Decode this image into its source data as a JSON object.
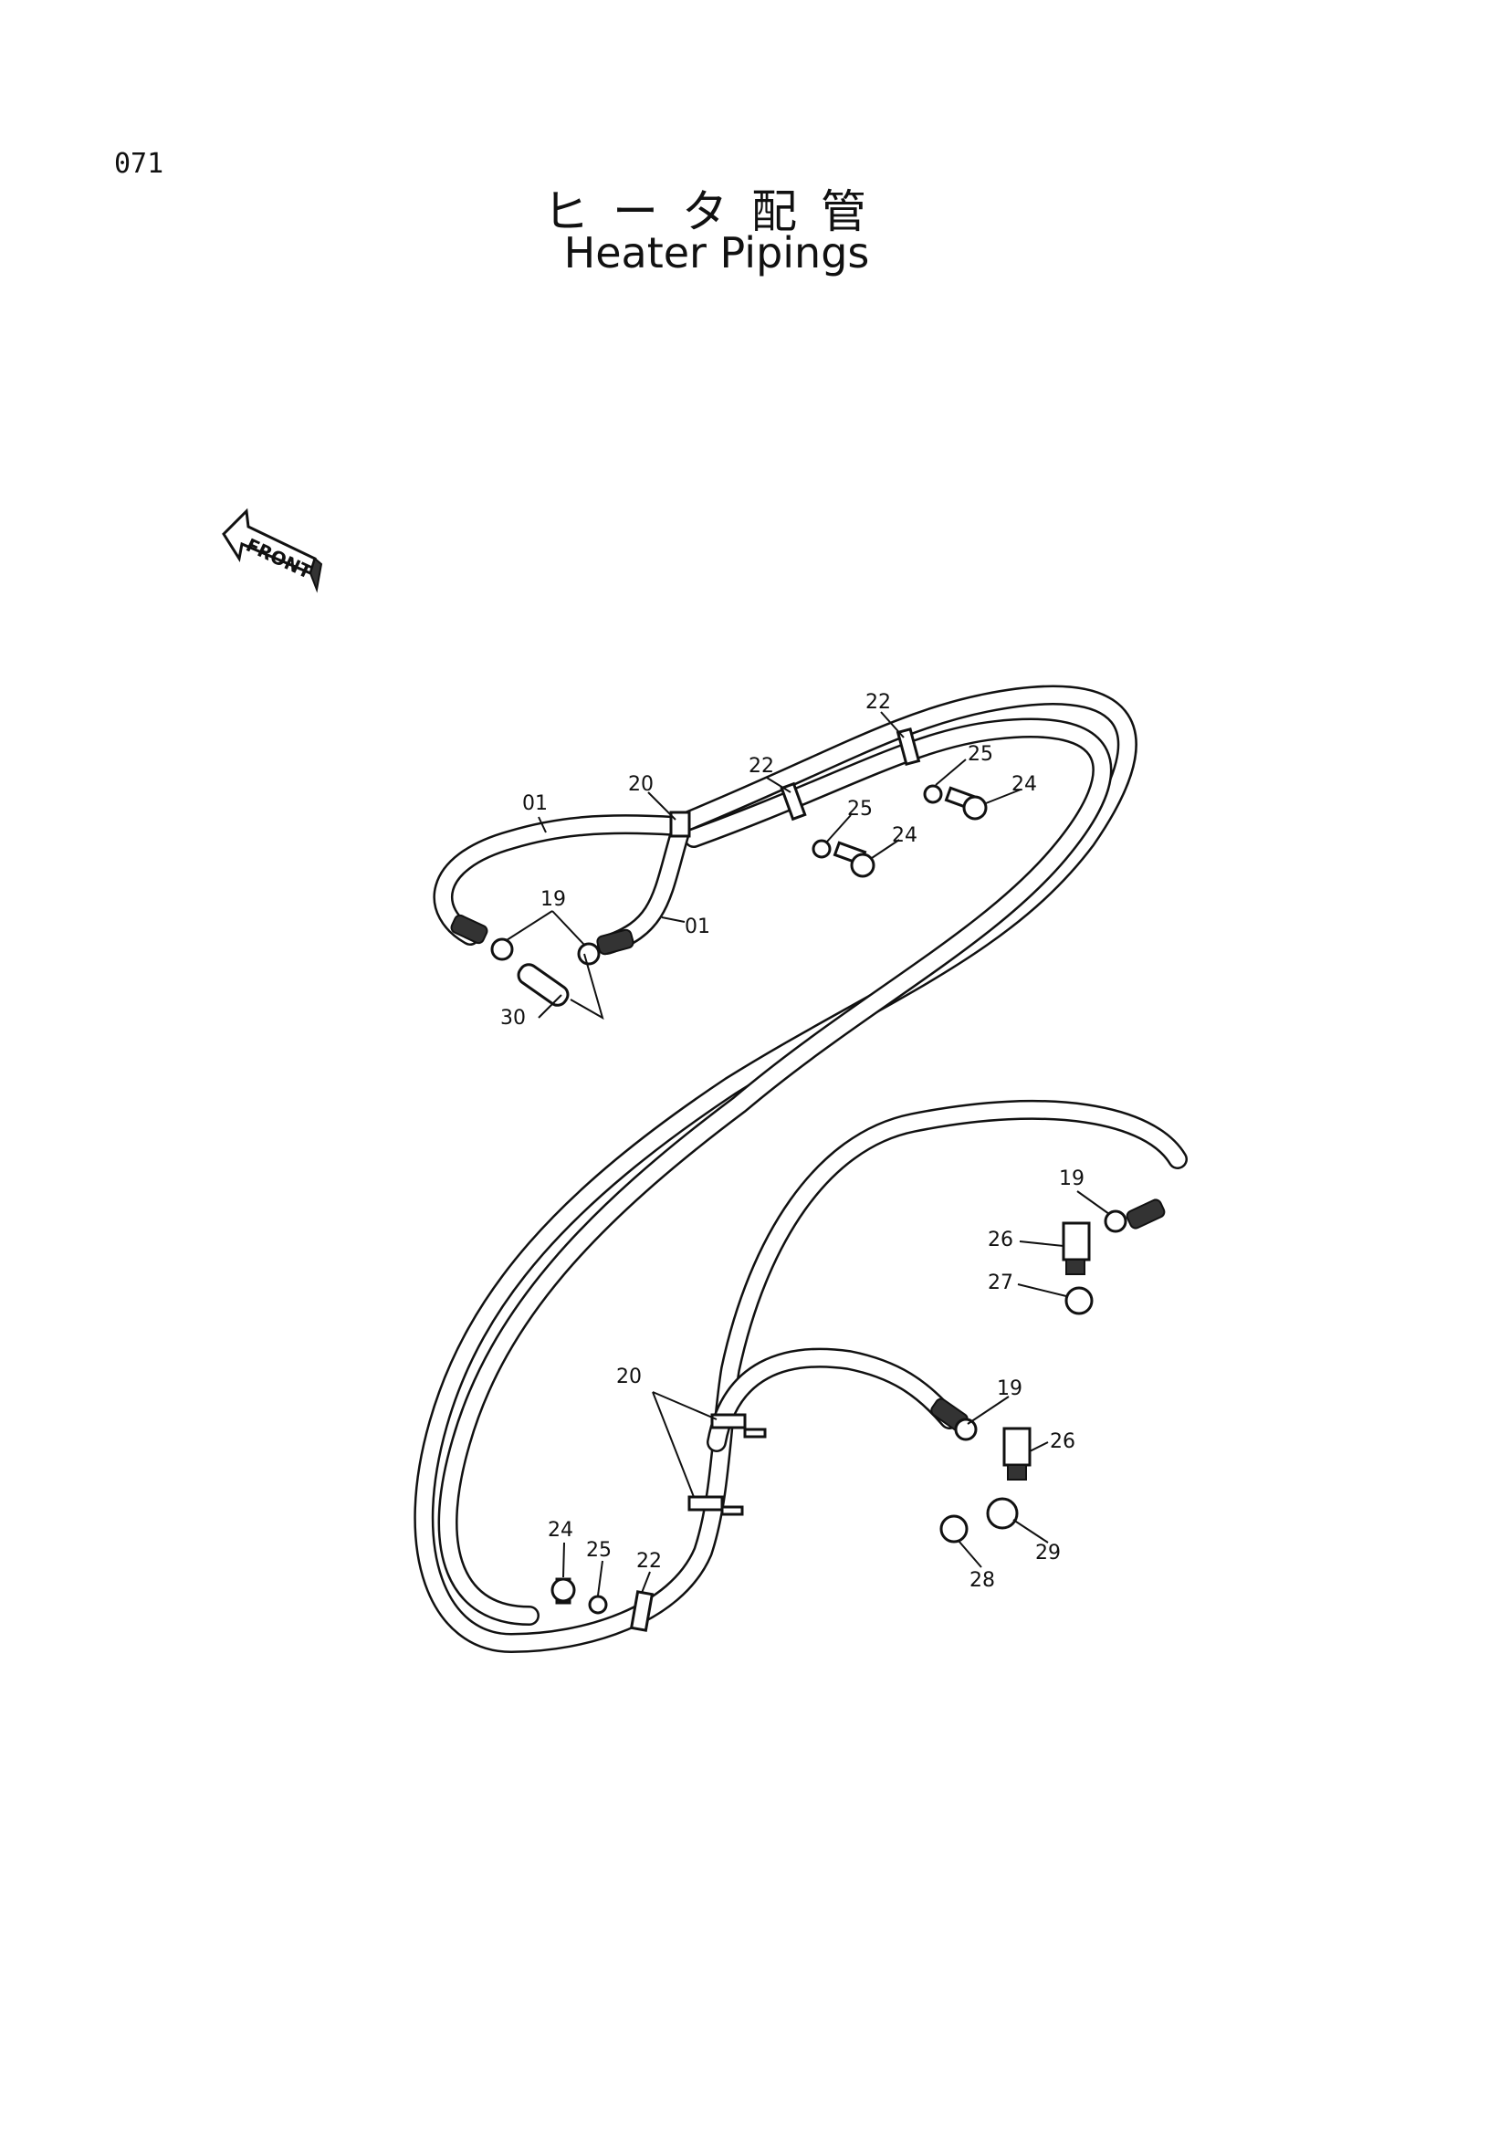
{
  "page_number": "071",
  "title_jp": "ヒータ配管",
  "title_en": "Heater Pipings",
  "direction_label": "FRONT",
  "callouts": {
    "c01a": "01",
    "c01b": "01",
    "c19a": "19",
    "c19b": "19",
    "c19c": "19",
    "c20a": "20",
    "c20b": "20",
    "c22a": "22",
    "c22b": "22",
    "c22c": "22",
    "c24a": "24",
    "c24b": "24",
    "c24c": "24",
    "c25a": "25",
    "c25b": "25",
    "c25c": "25",
    "c26a": "26",
    "c26b": "26",
    "c27": "27",
    "c28": "28",
    "c29": "29",
    "c30": "30"
  }
}
